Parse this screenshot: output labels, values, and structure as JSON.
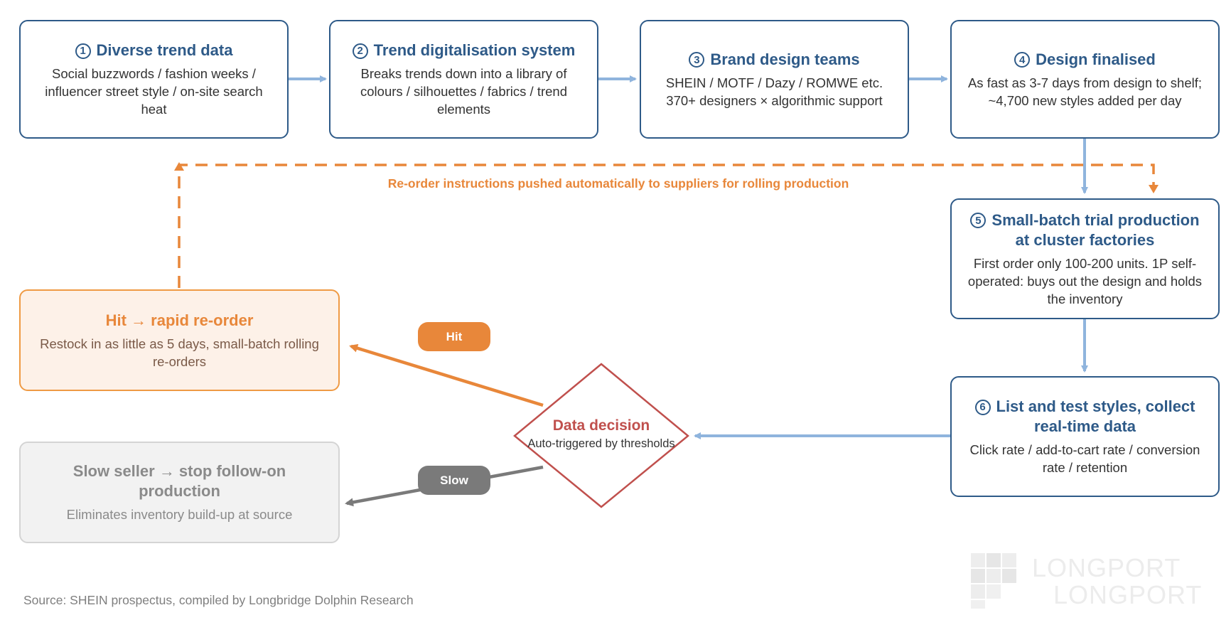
{
  "steps": [
    {
      "num": "1",
      "title": "Diverse trend data",
      "body": "Social buzzwords / fashion weeks / influencer street style / on-site search heat"
    },
    {
      "num": "2",
      "title": "Trend digitalisation system",
      "body": "Breaks trends down into a library of colours / silhouettes / fabrics / trend elements"
    },
    {
      "num": "3",
      "title": "Brand design teams",
      "body": "SHEIN / MOTF / Dazy / ROMWE etc. 370+ designers × algorithmic support"
    },
    {
      "num": "4",
      "title": "Design finalised",
      "body": "As fast as 3-7 days from design to shelf; ~4,700 new styles added per day"
    },
    {
      "num": "5",
      "title": "Small-batch trial production at cluster factories",
      "body": "First order only 100-200 units. 1P self-operated: buys out the design and holds the inventory"
    },
    {
      "num": "6",
      "title": "List and test styles, collect real-time data",
      "body": "Click rate / add-to-cart rate / conversion rate / retention"
    }
  ],
  "decision": {
    "title": "Data decision",
    "subtitle": "Auto-triggered by thresholds"
  },
  "hit": {
    "pill": "Hit",
    "title": "Hit → rapid re-order",
    "body": "Restock in as little as 5 days, small-batch rolling re-orders"
  },
  "slow": {
    "pill": "Slow",
    "title": "Slow seller → stop follow-on production",
    "body": "Eliminates inventory build-up at source"
  },
  "reorder_label": "Re-order instructions pushed automatically to suppliers for rolling production",
  "source": "Source: SHEIN prospectus, compiled by Longbridge Dolphin Research",
  "watermark": {
    "line1": "LONGPORT",
    "line2": "LONGPORT"
  },
  "colors": {
    "navy": "#2e5a88",
    "light_blue_arrow": "#8fb4dd",
    "orange": "#e8873a",
    "decision_red": "#c0504d",
    "gray": "#7a7a7a"
  }
}
